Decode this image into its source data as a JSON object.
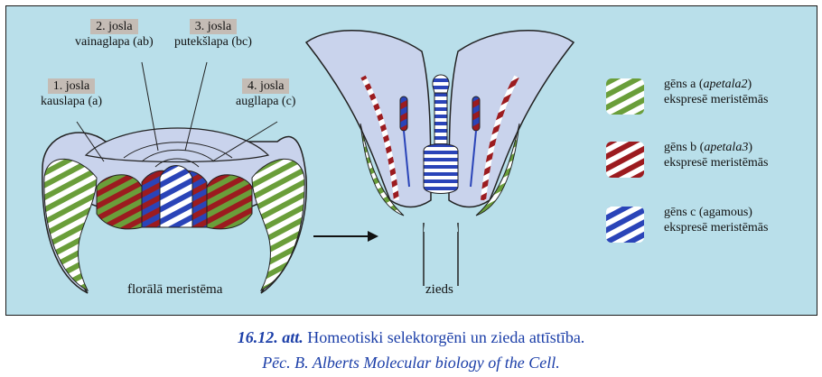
{
  "zones": [
    {
      "num": "1. josla",
      "name": "kauslapa (a)"
    },
    {
      "num": "2. josla",
      "name": "vainaglapa (ab)"
    },
    {
      "num": "3. josla",
      "name": "putekšlapa (bc)"
    },
    {
      "num": "4. josla",
      "name": "augllapa (c)"
    }
  ],
  "meristem_label": "florālā meristēma",
  "flower_label": "zieds",
  "legend": [
    {
      "prefix": "gēns a (",
      "gene": "apetala2",
      "suffix": ")",
      "line2": "ekspresē meristēmās",
      "color_a": "#6a9e3a",
      "color_b": "#ffffff"
    },
    {
      "prefix": "gēns b (",
      "gene": "apetala3",
      "suffix": ")",
      "line2": "ekspresē meristēmās",
      "color_a": "#9c1b1f",
      "color_b": "#ffffff"
    },
    {
      "prefix": "gēns c (agamous)",
      "gene": "",
      "suffix": "",
      "line2": "ekspresē meristēmās",
      "color_a": "#2a44b8",
      "color_b": "#ffffff"
    }
  ],
  "caption": {
    "fig_no": "16.12. att.",
    "title": " Homeotiski selektorgēni un zieda attīstība.",
    "source": "Pēc. B. Alberts Molecular biology of the Cell."
  },
  "colors": {
    "background": "#b9dfea",
    "tissue": "#c9d3ec",
    "gene_a": "#6a9e3a",
    "gene_b": "#9c1b1f",
    "gene_c": "#2a44b8",
    "caption": "#1b3ea8"
  }
}
